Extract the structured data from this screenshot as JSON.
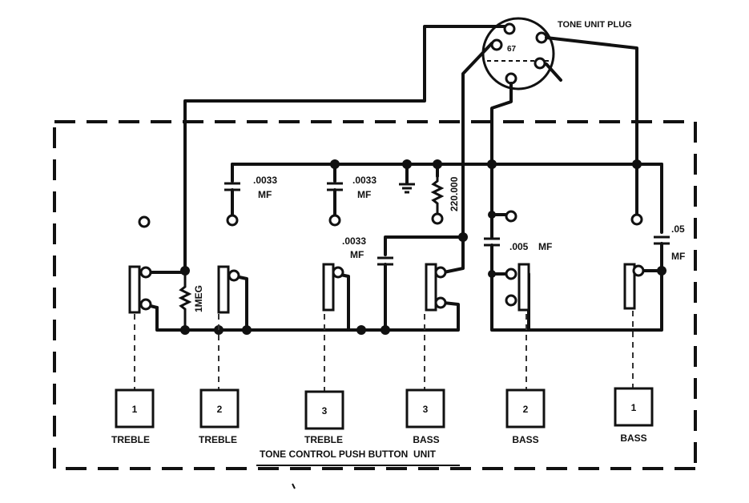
{
  "plug": {
    "title": "TONE UNIT PLUG",
    "number": "67"
  },
  "components": {
    "cap1": {
      "value": ".0033",
      "unit": "MF"
    },
    "cap2": {
      "value": ".0033",
      "unit": "MF"
    },
    "cap3": {
      "value": ".0033",
      "unit": "MF"
    },
    "cap4": {
      "value": ".005",
      "unit": "MF"
    },
    "cap5": {
      "value": ".05",
      "unit": "MF"
    },
    "res1": {
      "value": "220.000"
    },
    "res2": {
      "value": "1MEG"
    }
  },
  "buttons": [
    {
      "number": "1",
      "label": "TREBLE"
    },
    {
      "number": "2",
      "label": "TREBLE"
    },
    {
      "number": "3",
      "label": "TREBLE"
    },
    {
      "number": "3",
      "label": "BASS"
    },
    {
      "number": "2",
      "label": "BASS"
    },
    {
      "number": "1",
      "label": "BASS"
    }
  ],
  "unit_title": "TONE CONTROL PUSH BUTTON  UNIT"
}
